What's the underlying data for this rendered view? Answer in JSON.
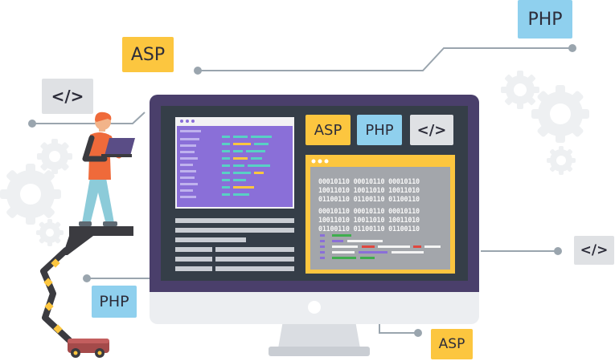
{
  "tags": {
    "asp_top": "ASP",
    "php_top": "PHP",
    "code_left": "</>",
    "php_bottom_left": "PHP",
    "code_right": "</>",
    "asp_bottom": "ASP"
  },
  "screen": {
    "tab_asp": "ASP",
    "tab_php": "PHP",
    "tab_code": "</>",
    "binary_lines": [
      "00010110 00010110 00010110",
      "10011010 10011010 10011010",
      "01100110 01100110 01100110",
      "00010110 00010110 00010110",
      "10011010 10011010 10011010",
      "01100110 01100110 01100110"
    ]
  },
  "colors": {
    "monitor_frame": "#4a3f6b",
    "screen_bg": "#353e48",
    "stand": "#dadde2",
    "tag_orange": "#fcc63f",
    "tag_blue": "#8fd0ee",
    "tag_gray": "#dfe1e4",
    "editor_purple": "#8a6fd8",
    "developer_shirt": "#ef6a3a",
    "developer_pants": "#8ccbd9"
  }
}
